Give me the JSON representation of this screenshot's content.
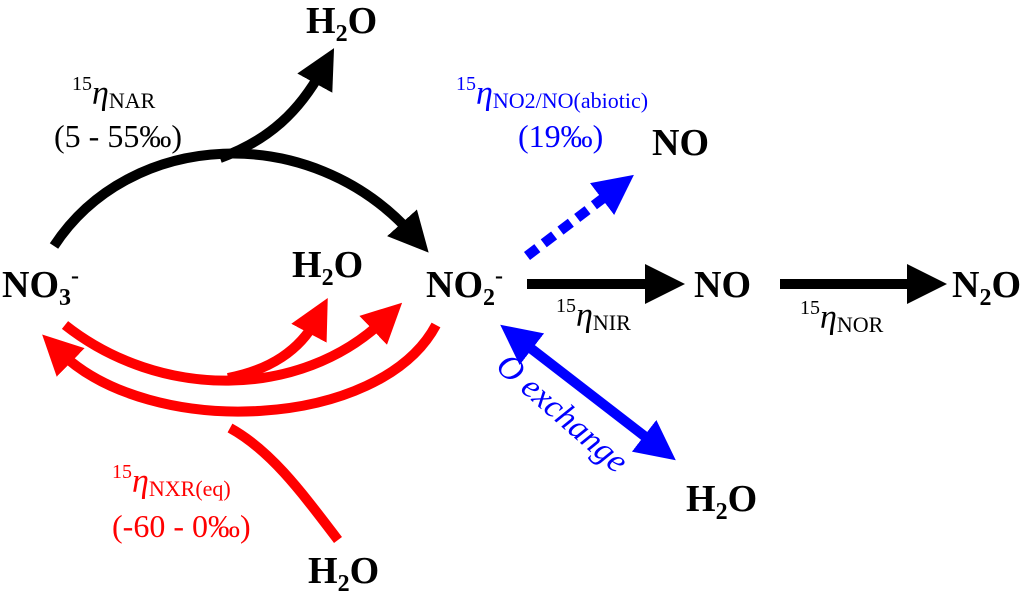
{
  "species": {
    "no3": {
      "main": "NO",
      "sub": "3",
      "sup": "-"
    },
    "no2": {
      "main": "NO",
      "sub": "2",
      "sup": "-"
    },
    "no_mid": "NO",
    "no_abiotic": "NO",
    "n2o": {
      "a": "N",
      "sub": "2",
      "b": "O"
    },
    "h2o_top": {
      "a": "H",
      "sub": "2",
      "b": "O"
    },
    "h2o_mid": {
      "a": "H",
      "sub": "2",
      "b": "O"
    },
    "h2o_bottom": {
      "a": "H",
      "sub": "2",
      "b": "O"
    },
    "h2o_right": {
      "a": "H",
      "sub": "2",
      "b": "O"
    }
  },
  "labels": {
    "nar": {
      "iso": "15",
      "sym": "η",
      "sub": "NAR",
      "range": "(5 - 55‰)"
    },
    "abiotic": {
      "iso": "15",
      "sym": "η",
      "sub": "NO2/NO(abiotic)",
      "range": "(19‰)"
    },
    "nir": {
      "iso": "15",
      "sym": "η",
      "sub": "NIR"
    },
    "nor": {
      "iso": "15",
      "sym": "η",
      "sub": "NOR"
    },
    "nxr": {
      "iso": "15",
      "sym": "η",
      "sub": "NXR(eq)",
      "range": "(-60 - 0‰)"
    },
    "o_exchange": "O exchange"
  },
  "colors": {
    "black": "#000000",
    "red": "#ff0000",
    "blue": "#0000ff"
  }
}
